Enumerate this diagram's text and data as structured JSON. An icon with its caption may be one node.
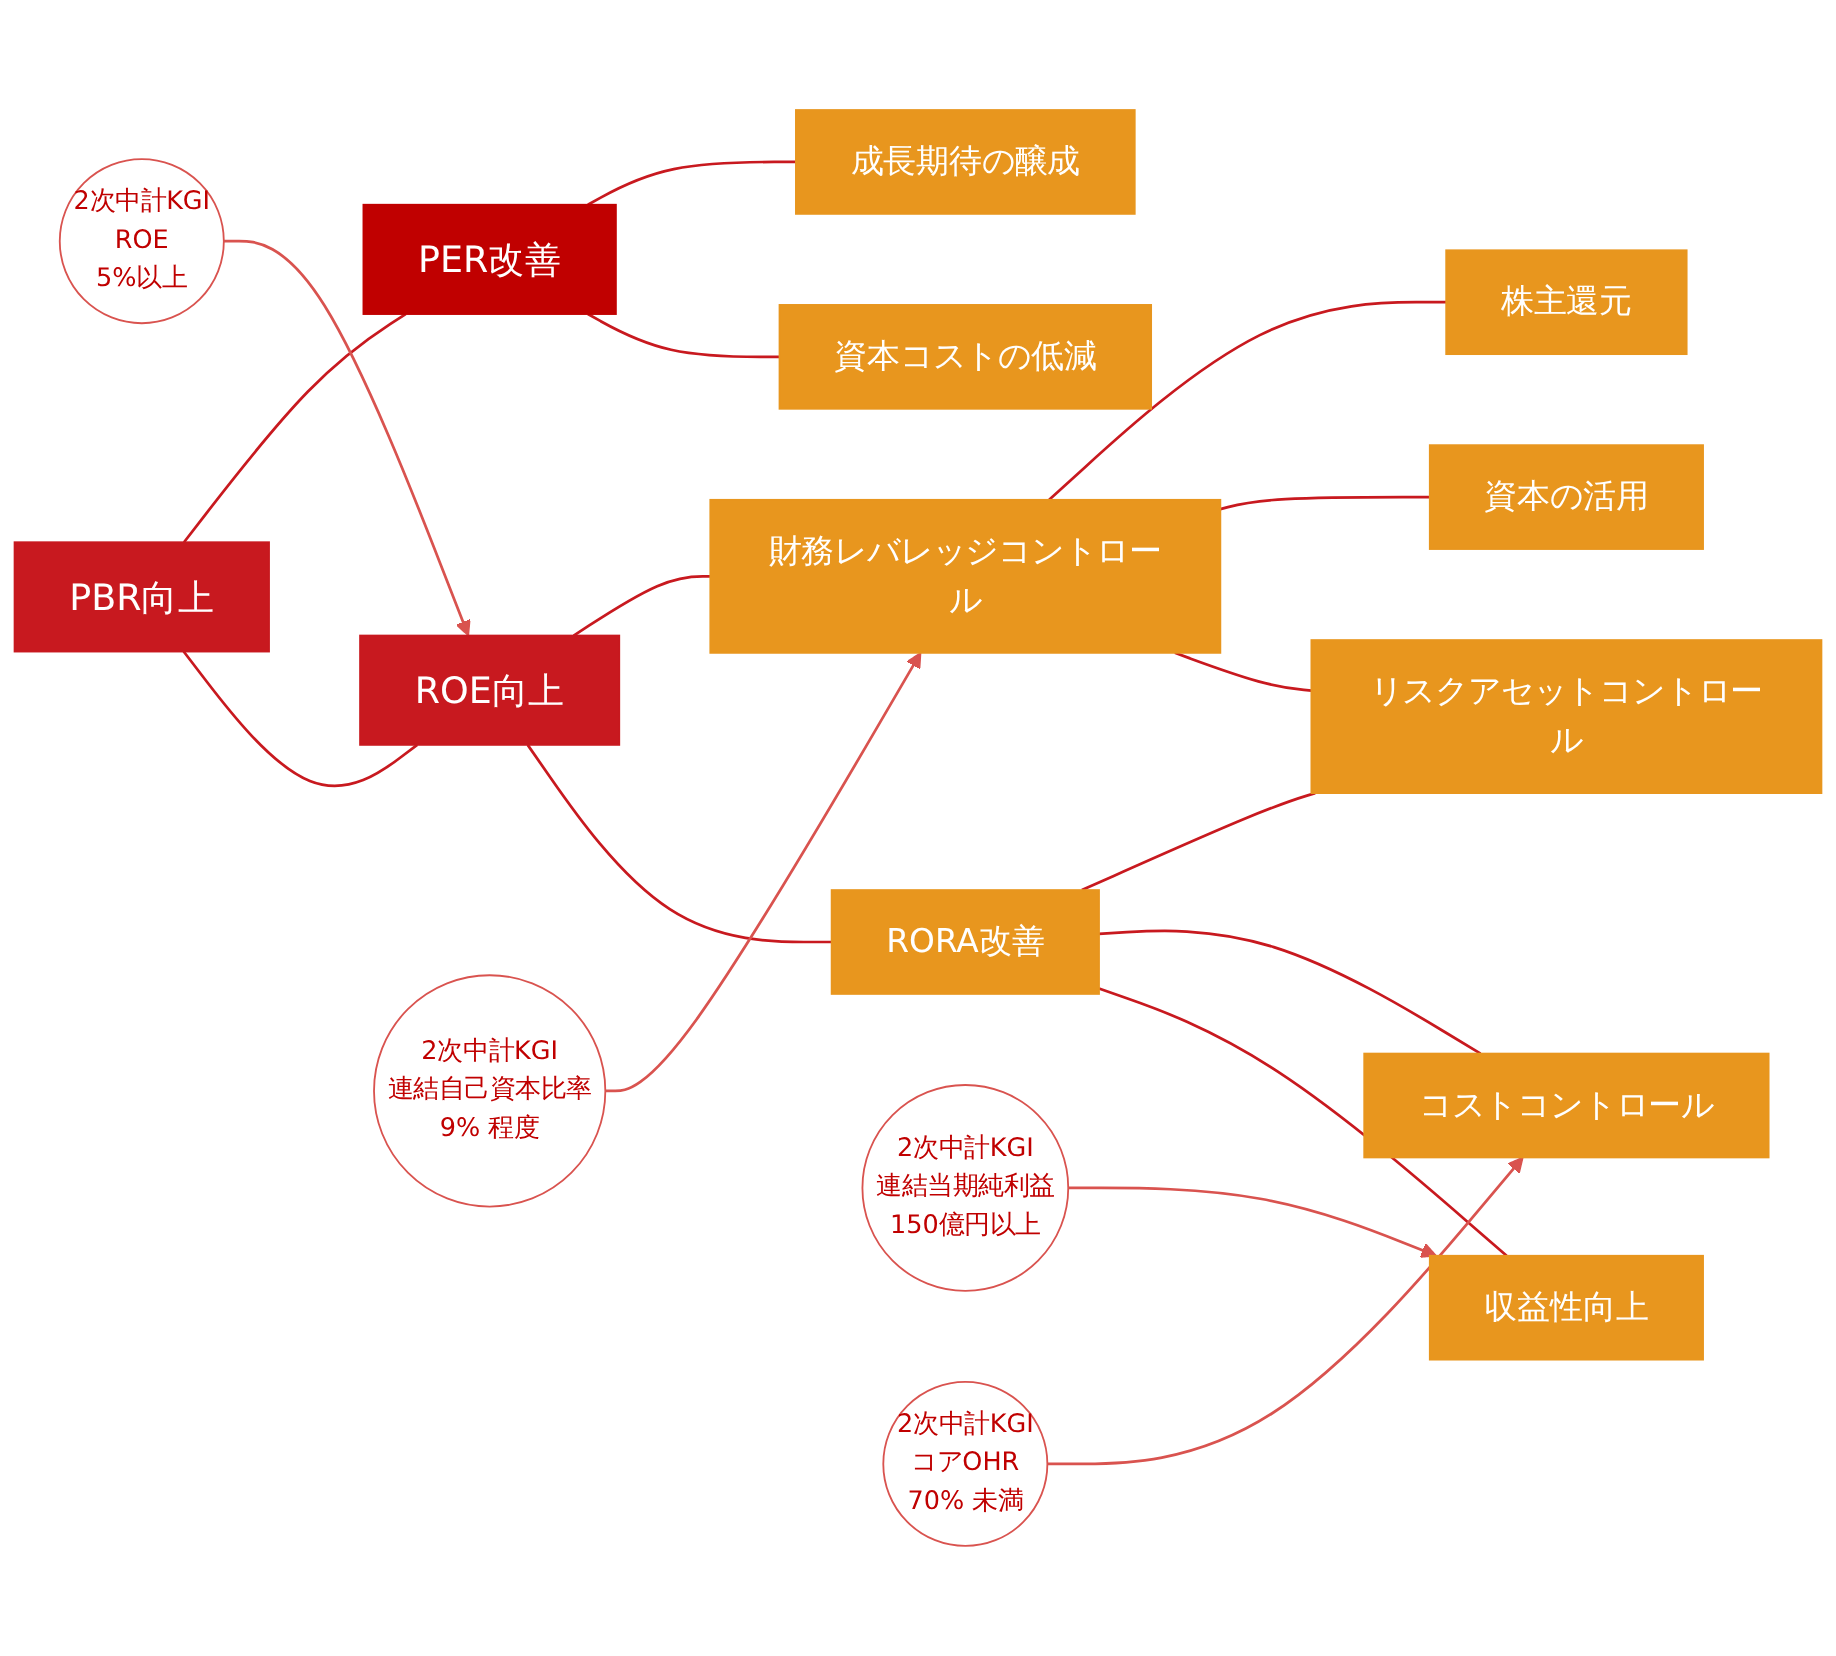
{
  "diagram": {
    "nodes": [
      {
        "text": [
          "PBR向上"
        ]
      },
      {
        "text": [
          "ROE向上"
        ]
      },
      {
        "text": [
          "PER改善"
        ]
      },
      {
        "text": [
          "RORA改善"
        ]
      },
      {
        "text": [
          "財務レバレッジコントロール"
        ]
      },
      {
        "text": [
          "収益性向上"
        ]
      },
      {
        "text": [
          "コストコントロール"
        ]
      },
      {
        "text": [
          "リスクアセットコントロール"
        ]
      },
      {
        "text": [
          "資本の活用"
        ]
      },
      {
        "text": [
          "株主還元"
        ]
      },
      {
        "text": [
          "資本コストの低減"
        ]
      },
      {
        "text": [
          "成長期待の醸成"
        ]
      },
      {
        "text": [
          "2次中計KGI",
          "ROE",
          "5%以上"
        ]
      },
      {
        "text": [
          "2次中計KGI",
          "連結自己資本比率",
          "9% 程度"
        ]
      },
      {
        "text": [
          "2次中計KGI",
          "連結当期純利益",
          "150億円以上"
        ]
      },
      {
        "text": [
          "2次中計KGI",
          "コアOHR",
          "70% 未満"
        ]
      }
    ],
    "edges": [
      {
        "from": 0,
        "to": 1,
        "arrow": "none"
      },
      {
        "from": 0,
        "to": 2,
        "arrow": "none"
      },
      {
        "from": 1,
        "to": 3,
        "arrow": "none"
      },
      {
        "from": 1,
        "to": 4,
        "arrow": "none"
      },
      {
        "from": 3,
        "to": 5,
        "arrow": "none"
      },
      {
        "from": 3,
        "to": 6,
        "arrow": "none"
      },
      {
        "from": 3,
        "to": 7,
        "arrow": "none"
      },
      {
        "from": 4,
        "to": 7,
        "arrow": "none"
      },
      {
        "from": 4,
        "to": 8,
        "arrow": "none"
      },
      {
        "from": 4,
        "to": 9,
        "arrow": "none"
      },
      {
        "from": 2,
        "to": 10,
        "arrow": "none"
      },
      {
        "from": 2,
        "to": 11,
        "arrow": "none"
      },
      {
        "from": 12,
        "to": 1,
        "arrow": "to"
      },
      {
        "from": 13,
        "to": 4,
        "arrow": "to"
      },
      {
        "from": 14,
        "to": 5,
        "arrow": "to"
      },
      {
        "from": 15,
        "to": 6,
        "arrow": "to"
      }
    ]
  }
}
